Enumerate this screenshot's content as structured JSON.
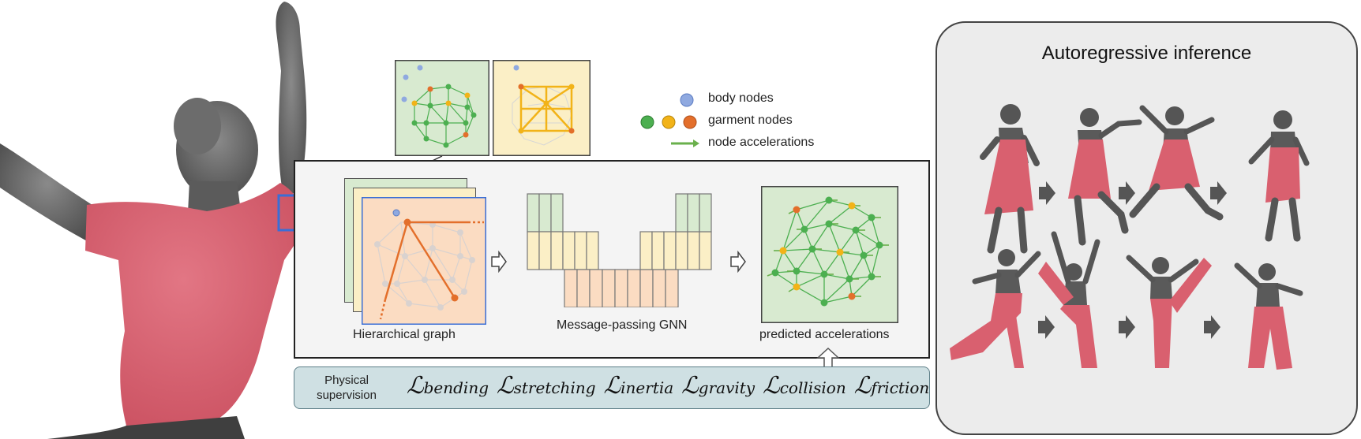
{
  "legend": {
    "body_nodes": "body nodes",
    "garment_nodes": "garment nodes",
    "node_accelerations": "node accelerations"
  },
  "pipeline": {
    "hierarchical_graph": "Hierarchical graph",
    "message_passing": "Message-passing GNN",
    "predicted_accelerations": "predicted accelerations"
  },
  "supervision": {
    "label_line1": "Physical",
    "label_line2": "supervision",
    "loss_symbol": "ℒ",
    "losses": [
      "bending",
      "stretching",
      "inertia",
      "gravity",
      "collision",
      "friction"
    ]
  },
  "autoregressive": {
    "title": "Autoregressive inference"
  },
  "colors": {
    "garment": "#d9606f",
    "body": "#5a5a5a",
    "body_node": "#8fa9e0",
    "garment_green": "#4caf50",
    "garment_yellow": "#f2b318",
    "garment_orange": "#e36f2b",
    "tile_green": "#d8ead0",
    "tile_yellow": "#fbefc6",
    "tile_orange": "#fbdcc2",
    "supervision_bg": "#cfe0e3"
  },
  "icons": [
    "arrow-right-icon",
    "double-arrow-icon"
  ]
}
